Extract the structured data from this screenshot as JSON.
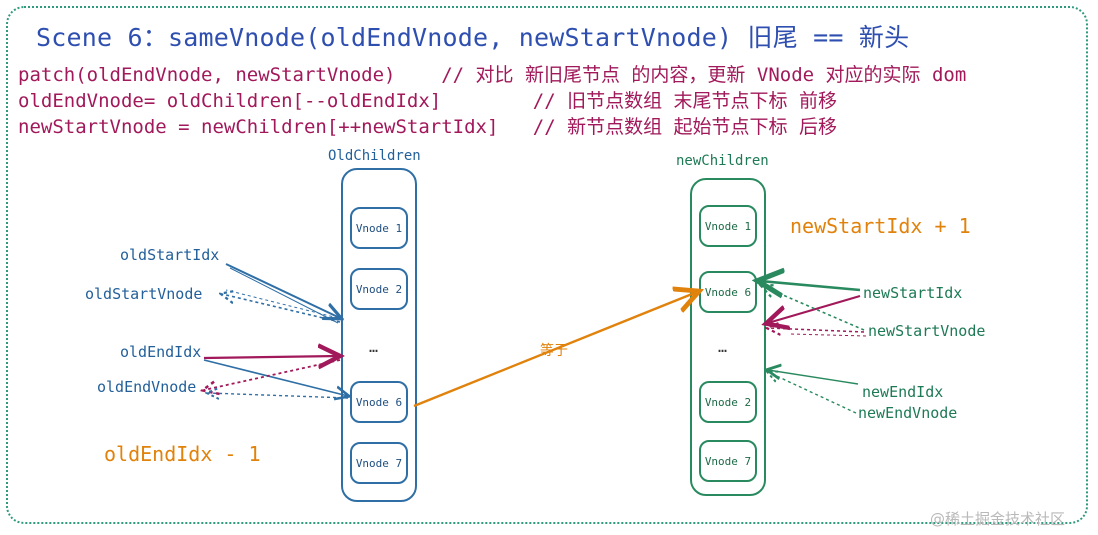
{
  "title": "Scene 6：sameVnode(oldEndVnode, newStartVnode) 旧尾 == 新头",
  "code_lines": [
    "patch(oldEndVnode, newStartVnode)    // 对比 新旧尾节点 的内容，更新 VNode 对应的实际 dom",
    "oldEndVnode= oldChildren[--oldEndIdx]        // 旧节点数组 末尾节点下标 前移",
    "newStartVnode = newChildren[++newStartIdx]   // 新节点数组 起始节点下标 后移"
  ],
  "old_children": {
    "title": "OldChildren",
    "nodes": [
      "Vnode 1",
      "Vnode 2",
      "…",
      "Vnode 6",
      "Vnode 7"
    ]
  },
  "new_children": {
    "title": "newChildren",
    "nodes": [
      "Vnode 1",
      "Vnode 6",
      "…",
      "Vnode 2",
      "Vnode 7"
    ]
  },
  "pointers_old": {
    "old_start_idx": "oldStartIdx",
    "old_start_vnode": "oldStartVnode",
    "old_end_idx": "oldEndIdx",
    "old_end_vnode": "oldEndVnode"
  },
  "pointers_new": {
    "new_start_idx": "newStartIdx",
    "new_start_vnode": "newStartVnode",
    "new_end_idx": "newEndIdx",
    "new_end_vnode": "newEndVnode"
  },
  "annotations": {
    "old_end_minus": "oldEndIdx - 1",
    "new_start_plus": "newStartIdx + 1",
    "equals": "等于"
  },
  "watermark": "@稀土掘金技术社区",
  "colors": {
    "title": "#2e4fb0",
    "code": "#a1195a",
    "old_blue": "#2f6fa5",
    "new_green": "#2a8a5f",
    "orange": "#e0820b",
    "crimson": "#a1195a"
  }
}
